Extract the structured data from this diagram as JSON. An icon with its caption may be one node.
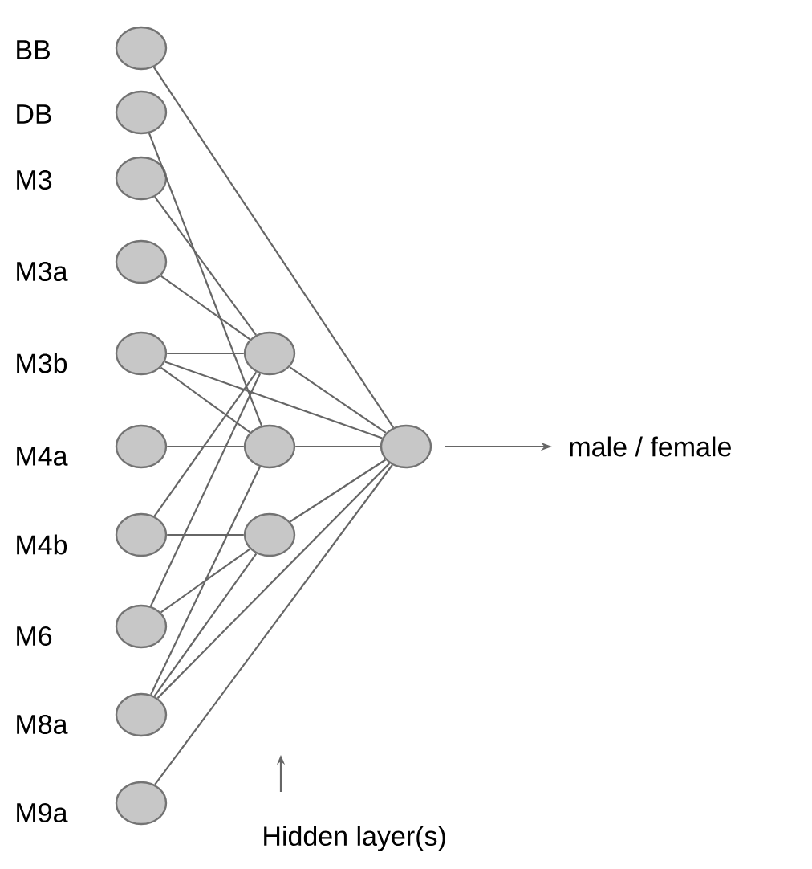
{
  "diagram": {
    "nodes": [
      {
        "text": [],
        "shape": "circle",
        "beside": [
          "BB"
        ]
      },
      {
        "text": [],
        "shape": "circle",
        "beside": [
          "DB"
        ]
      },
      {
        "text": [],
        "shape": "circle",
        "beside": [
          "M3"
        ]
      },
      {
        "text": [],
        "shape": "circle",
        "beside": [
          "M3a"
        ]
      },
      {
        "text": [],
        "shape": "circle",
        "beside": [
          "M3b"
        ]
      },
      {
        "text": [],
        "shape": "circle",
        "beside": [
          "M4a"
        ]
      },
      {
        "text": [],
        "shape": "circle",
        "beside": [
          "M4b"
        ]
      },
      {
        "text": [],
        "shape": "circle",
        "beside": [
          "M6"
        ]
      },
      {
        "text": [],
        "shape": "circle",
        "beside": [
          "M8a"
        ]
      },
      {
        "text": [],
        "shape": "circle",
        "beside": [
          "M9a"
        ]
      },
      {
        "text": [],
        "shape": "circle"
      },
      {
        "text": [],
        "shape": "circle"
      },
      {
        "text": [],
        "shape": "circle"
      },
      {
        "text": [],
        "shape": "circle"
      },
      {
        "text": [
          "male / female"
        ]
      }
    ],
    "edges": [
      {
        "from": 0,
        "to": 13,
        "arrow": "none"
      },
      {
        "from": 1,
        "to": 11,
        "arrow": "none"
      },
      {
        "from": 2,
        "to": 10,
        "arrow": "none"
      },
      {
        "from": 3,
        "to": 10,
        "arrow": "none"
      },
      {
        "from": 4,
        "to": 10,
        "arrow": "none"
      },
      {
        "from": 4,
        "to": 11,
        "arrow": "none"
      },
      {
        "from": 4,
        "to": 13,
        "arrow": "none"
      },
      {
        "from": 5,
        "to": 11,
        "arrow": "none"
      },
      {
        "from": 6,
        "to": 10,
        "arrow": "none"
      },
      {
        "from": 6,
        "to": 12,
        "arrow": "none"
      },
      {
        "from": 7,
        "to": 10,
        "arrow": "none"
      },
      {
        "from": 7,
        "to": 12,
        "arrow": "none"
      },
      {
        "from": 8,
        "to": 11,
        "arrow": "none"
      },
      {
        "from": 8,
        "to": 12,
        "arrow": "none"
      },
      {
        "from": 8,
        "to": 13,
        "arrow": "none"
      },
      {
        "from": 9,
        "to": 13,
        "arrow": "none"
      },
      {
        "from": 10,
        "to": 13,
        "arrow": "none"
      },
      {
        "from": 11,
        "to": 13,
        "arrow": "none"
      },
      {
        "from": 12,
        "to": 13,
        "arrow": "none"
      },
      {
        "from": 13,
        "to": 14,
        "arrow": "to"
      }
    ],
    "labels": [
      "Hidden layer(s)"
    ]
  }
}
